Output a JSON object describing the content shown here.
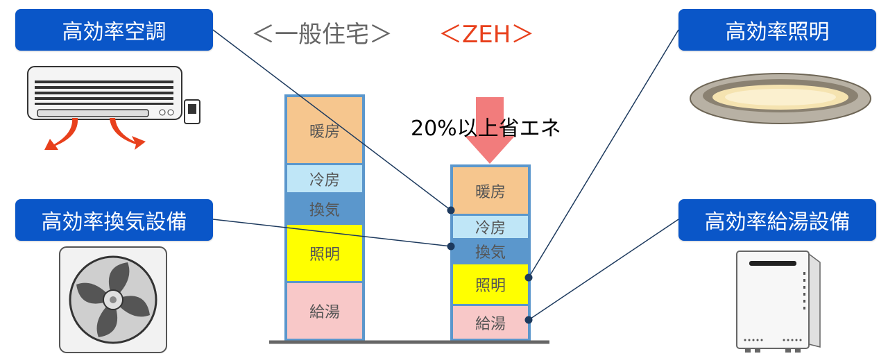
{
  "headers": {
    "general": "＜一般住宅＞",
    "zeh": "＜ZEH＞",
    "general_color": "#666666",
    "zeh_color": "#e8401c"
  },
  "tags": {
    "aircon": "高効率空調",
    "ventilation": "高効率換気設備",
    "lighting": "高効率照明",
    "water_heater": "高効率給湯設備"
  },
  "saving_label": "20%以上省エネ",
  "columns": {
    "general": [
      {
        "label": "暖房",
        "color": "#f6c68e"
      },
      {
        "label": "冷房",
        "color": "#bfe6f7"
      },
      {
        "label": "換気",
        "color": "#5b97cc"
      },
      {
        "label": "照明",
        "color": "#ffff00"
      },
      {
        "label": "給湯",
        "color": "#f8c8c8"
      }
    ],
    "zeh": [
      {
        "label": "暖房",
        "color": "#f6c68e"
      },
      {
        "label": "冷房",
        "color": "#bfe6f7"
      },
      {
        "label": "換気",
        "color": "#5b97cc"
      },
      {
        "label": "照明",
        "color": "#ffff00"
      },
      {
        "label": "給湯",
        "color": "#f8c8c8"
      }
    ]
  },
  "icons": [
    "air-conditioner-icon",
    "ventilation-fan-icon",
    "ceiling-light-icon",
    "water-heater-icon"
  ],
  "colors": {
    "tag_bg": "#0a56c8",
    "bar_border": "#5b97cc",
    "arrow": "#f27c7c",
    "leader_line": "#1d3a5e"
  }
}
